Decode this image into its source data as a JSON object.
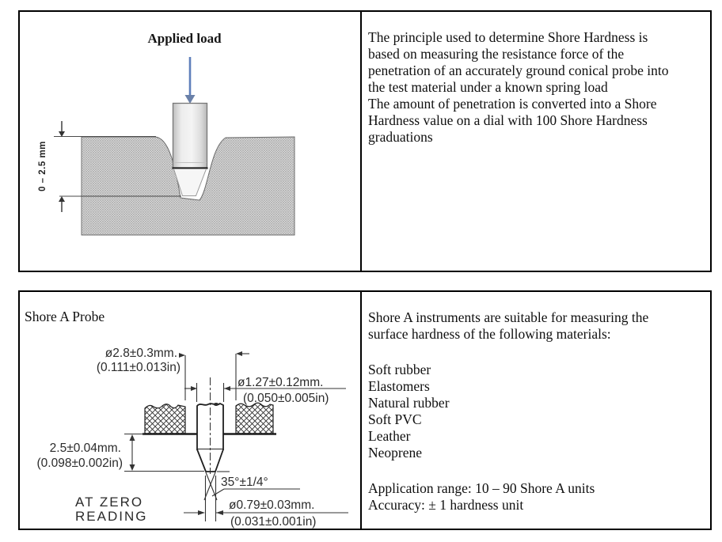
{
  "colors": {
    "arrow_blue": "#5f7fbb",
    "border_black": "#000000",
    "material_gray": "#b8b8b8"
  },
  "panel1": {
    "diagram": {
      "title": "Applied load",
      "depth_label": "0 – 2.5 mm"
    },
    "text_lines": [
      "The principle used to determine Shore Hardness is",
      "based on measuring the resistance force of the",
      "penetration of an accurately ground conical probe into",
      "the test material under a known spring load",
      "The amount of penetration is converted into a Shore",
      "Hardness value on a dial with 100 Shore Hardness",
      "graduations"
    ]
  },
  "panel2": {
    "diagram": {
      "title": "Shore A Probe",
      "dim_hole_mm": "ø2.8±0.3mm.",
      "dim_hole_in": "(0.111±0.013in)",
      "dim_shank_mm": "ø1.27±0.12mm.",
      "dim_shank_in": "(0.050±0.005in)",
      "dim_depth_mm": "2.5±0.04mm.",
      "dim_depth_in": "(0.098±0.002in)",
      "dim_angle": "35°±1/4°",
      "dim_tip_mm": "ø0.79±0.03mm.",
      "dim_tip_in": "(0.031±0.001in)",
      "note_line1": "AT ZERO",
      "note_line2": "READING"
    },
    "intro_lines": [
      "Shore A instruments are suitable for measuring the",
      "surface hardness of the following materials:"
    ],
    "materials": [
      "Soft rubber",
      "Elastomers",
      "Natural rubber",
      "Soft PVC",
      "Leather",
      "Neoprene"
    ],
    "application_range": "Application range: 10 – 90 Shore A units",
    "accuracy": "Accuracy: ± 1 hardness unit"
  }
}
